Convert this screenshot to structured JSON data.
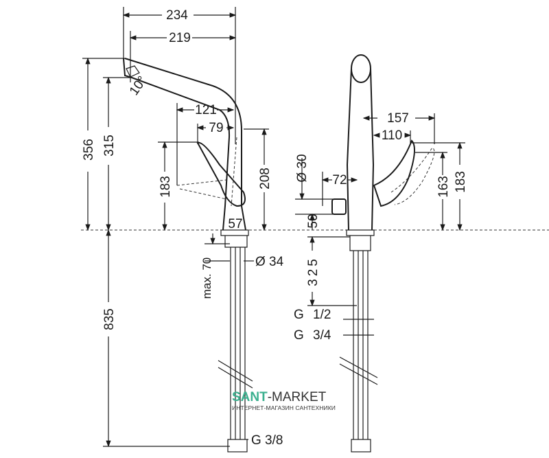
{
  "side_view": {
    "dims": {
      "d234": "234",
      "d219": "219",
      "d356": "356",
      "d315": "315",
      "angle": "10°",
      "d121": "121",
      "d79": "79",
      "d183": "183",
      "d208": "208",
      "d57": "57",
      "max70": "max. 70",
      "dia34": "Ø 34",
      "d835": "835",
      "g38": "G 3/8"
    }
  },
  "front_view": {
    "dims": {
      "d157": "157",
      "d110": "110",
      "dia30": "Ø 30",
      "d72": "72",
      "d50": "50",
      "d163": "163",
      "d183": "183",
      "d325": "325",
      "g12": "G 1/2",
      "g34": "G 3/4"
    }
  },
  "watermark": {
    "brand_green": "SANT",
    "brand_dark": "-MARKET",
    "tagline": "ИНТЕРНЕТ-МАГАЗИН САНТЕХНИКИ",
    "colors": {
      "green": "#3bb08f",
      "dark": "#333333"
    }
  }
}
